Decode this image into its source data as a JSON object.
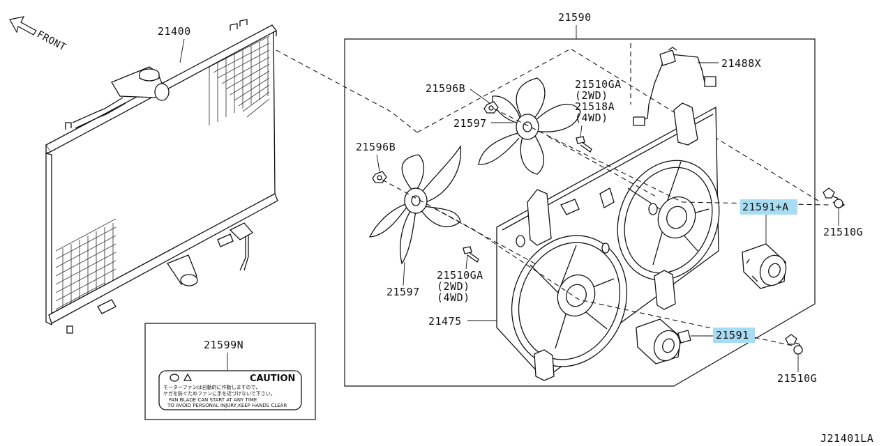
{
  "orientation": {
    "front_label": "FRONT"
  },
  "labels": {
    "radiator": "21400",
    "fan_shroud_assembly": "21590",
    "harness": "21488X",
    "nut_upper": "21596B",
    "nut_lower": "21596B",
    "bolt_upper_a": "21510GA",
    "bolt_upper_a_note": "(2WD)",
    "bolt_upper_b": "21518A",
    "bolt_upper_b_note": "(4WD)",
    "fan_upper": "21597",
    "fan_lower": "21597",
    "motor_right": "21591+A",
    "motor_left": "21591",
    "bolt_right_upper": "21510G",
    "bolt_right_lower": "21510G",
    "bolt_lower": "21510GA",
    "bolt_lower_note_1": "(2WD)",
    "bolt_lower_note_2": "(4WD)",
    "shroud": "21475",
    "caution_label_part": "21599N"
  },
  "caution_label": {
    "title": "CAUTION",
    "japanese_line_1": "モーターファンは自動的に作動しますので、",
    "japanese_line_2": "ケガを防ぐためファンに手を近づけないで下さい。",
    "english_line_1": "FAN BLADE CAN START AT ANY TIME",
    "english_line_2": "TO AVOID PERSONAL INJURY,KEEP HANDS CLEAR"
  },
  "diagram_code": "J21401LA",
  "highlight_color": "#a8dcf2"
}
